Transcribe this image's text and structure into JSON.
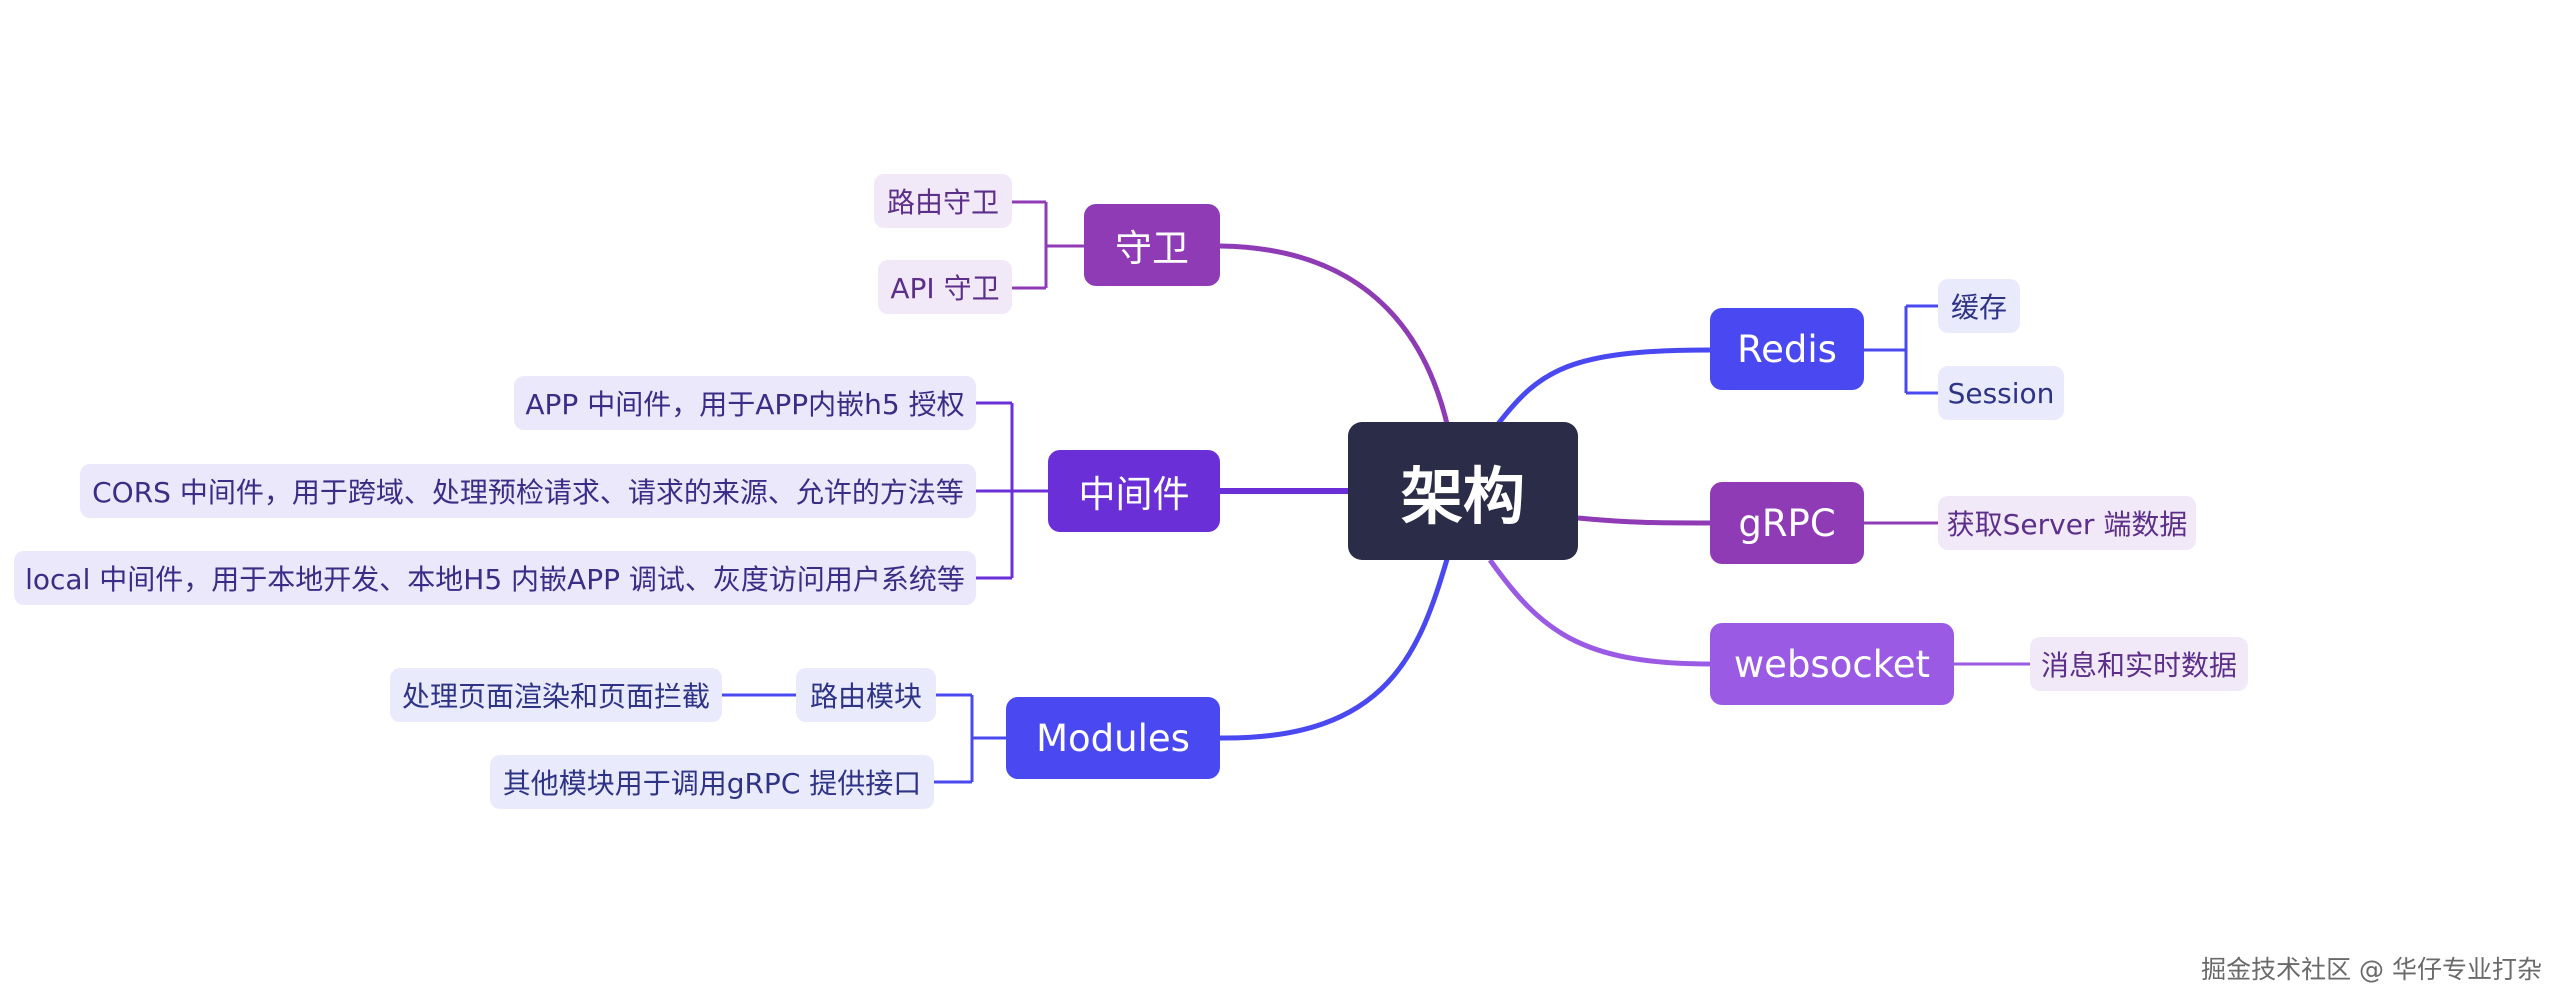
{
  "colors": {
    "root": "#2b2c48",
    "guard": "#8e3bb5",
    "middleware": "#6a2fd6",
    "modules": "#4a48f0",
    "redis": "#4a48f0",
    "grpc": "#8e3bb5",
    "websocket": "#9a5ae3"
  },
  "root": {
    "label": "架构"
  },
  "branches": {
    "guard": {
      "label": "守卫",
      "children": [
        "路由守卫",
        "API 守卫"
      ]
    },
    "middleware": {
      "label": "中间件",
      "children": [
        "APP 中间件，用于APP内嵌h5 授权",
        "CORS 中间件，用于跨域、处理预检请求、请求的来源、允许的方法等",
        "local 中间件，用于本地开发、本地H5 内嵌APP 调试、灰度访问用户系统等"
      ]
    },
    "modules": {
      "label": "Modules",
      "children": [
        "路由模块",
        "其他模块用于调用gRPC 提供接口"
      ],
      "route_detail": "处理页面渲染和页面拦截"
    },
    "redis": {
      "label": "Redis",
      "children": [
        "缓存",
        "Session"
      ]
    },
    "grpc": {
      "label": "gRPC",
      "children": [
        "获取Server 端数据"
      ]
    },
    "websocket": {
      "label": "websocket",
      "children": [
        "消息和实时数据"
      ]
    }
  },
  "watermark": "掘金技术社区 @ 华仔专业打杂"
}
